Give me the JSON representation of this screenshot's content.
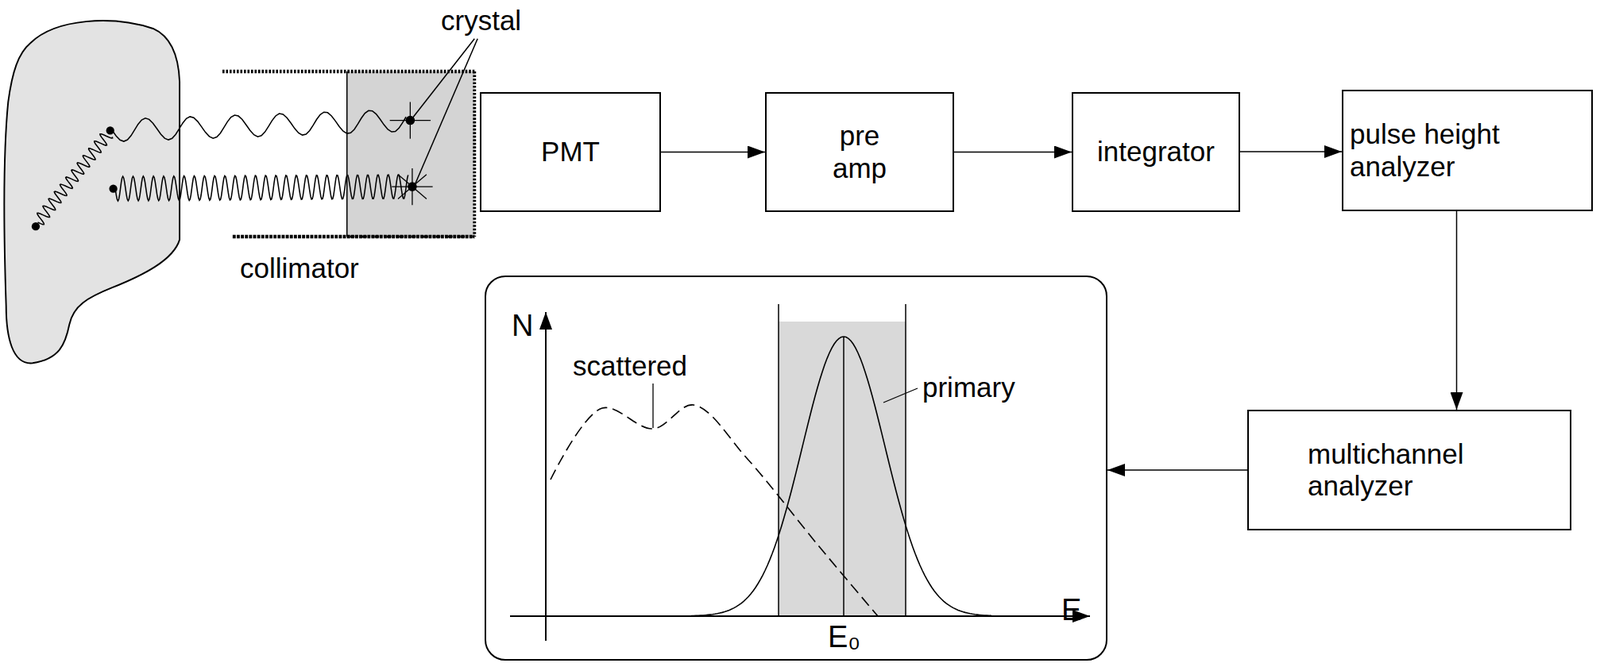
{
  "diagram": {
    "nodes": [
      {
        "text": [
          "PMT"
        ]
      },
      {
        "text": [
          "pre amp"
        ]
      },
      {
        "text": [
          "integrator"
        ]
      },
      {
        "text": [
          "pulse height analyzer"
        ]
      },
      {
        "text": [
          "multichannel analyzer"
        ]
      },
      {
        "text": [
          "N",
          "scattered",
          "primary",
          "E",
          "E₀"
        ]
      }
    ],
    "edges": [
      {
        "from": 0,
        "to": 1,
        "arrow": "to"
      },
      {
        "from": 1,
        "to": 2,
        "arrow": "to"
      },
      {
        "from": 2,
        "to": 3,
        "arrow": "to"
      },
      {
        "from": 3,
        "to": 4,
        "arrow": "to"
      },
      {
        "from": 4,
        "to": 5,
        "arrow": "to"
      }
    ],
    "labels": [
      "crystal",
      "collimator"
    ]
  }
}
